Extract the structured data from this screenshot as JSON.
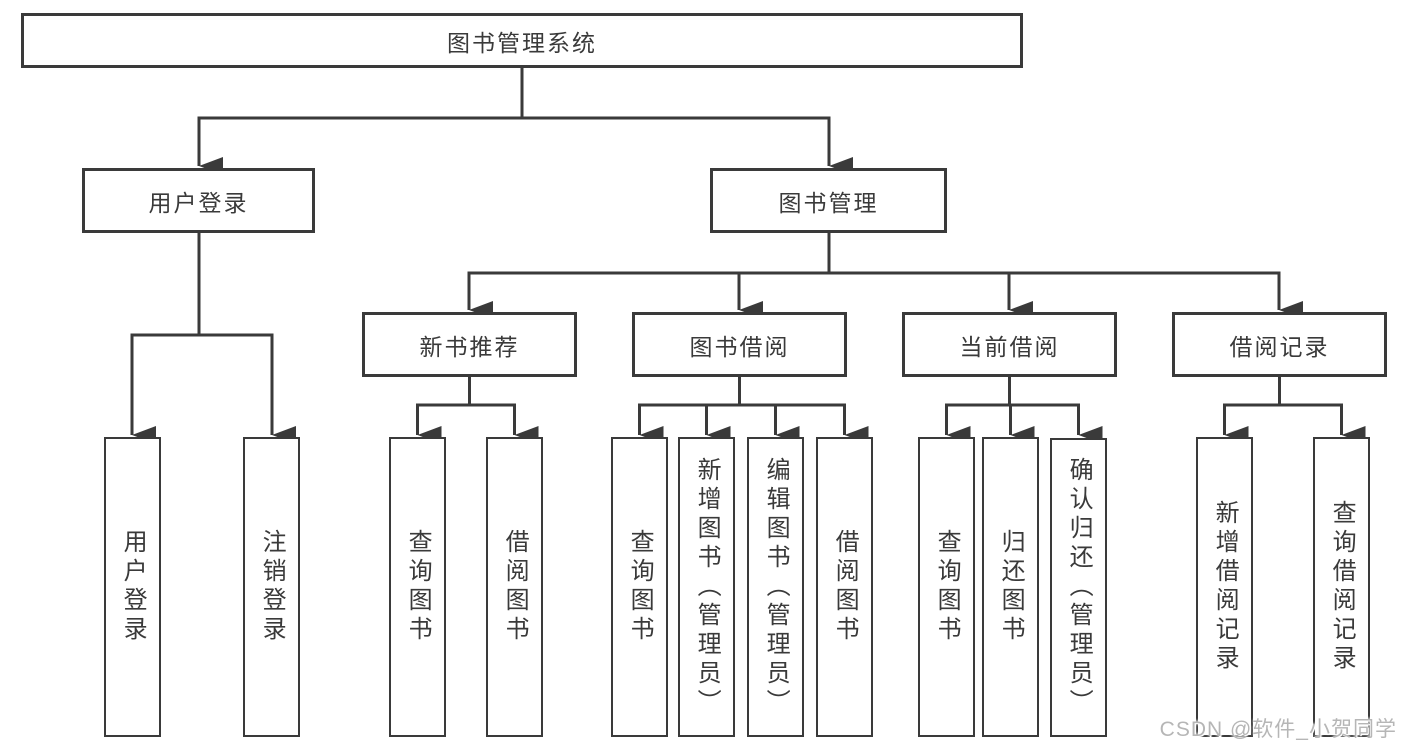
{
  "diagram": {
    "type": "hierarchy-tree",
    "watermark": "CSDN @软件_小贺同学",
    "colors": {
      "line": "#3a3a3a",
      "text": "#3a3a3a",
      "box_bg": "#ffffff",
      "watermark": "#b6b6b6"
    },
    "nodes": {
      "root": {
        "label": "图书管理系统"
      },
      "user_login": {
        "label": "用户登录"
      },
      "book_mgmt": {
        "label": "图书管理"
      },
      "new_book_rec": {
        "label": "新书推荐"
      },
      "book_borrow": {
        "label": "图书借阅"
      },
      "current_borrow": {
        "label": "当前借阅"
      },
      "borrow_record": {
        "label": "借阅记录"
      },
      "leaf_user_login": {
        "label": "用户登录"
      },
      "leaf_logout": {
        "label": "注销登录"
      },
      "leaf_query_book_1": {
        "label": "查询图书"
      },
      "leaf_borrow_book_1": {
        "label": "借阅图书"
      },
      "leaf_query_book_2": {
        "label": "查询图书"
      },
      "leaf_add_book": {
        "label": "新增图书（管理员）"
      },
      "leaf_edit_book": {
        "label": "编辑图书（管理员）"
      },
      "leaf_borrow_book_2": {
        "label": "借阅图书"
      },
      "leaf_query_book_3": {
        "label": "查询图书"
      },
      "leaf_return_book": {
        "label": "归还图书"
      },
      "leaf_confirm_return": {
        "label": "确认归还（管理员）"
      },
      "leaf_add_record": {
        "label": "新增借阅记录"
      },
      "leaf_query_record": {
        "label": "查询借阅记录"
      }
    },
    "tree": {
      "图书管理系统": {
        "用户登录": [
          "用户登录",
          "注销登录"
        ],
        "图书管理": {
          "新书推荐": [
            "查询图书",
            "借阅图书"
          ],
          "图书借阅": [
            "查询图书",
            "新增图书（管理员）",
            "编辑图书（管理员）",
            "借阅图书"
          ],
          "当前借阅": [
            "查询图书",
            "归还图书",
            "确认归还（管理员）"
          ],
          "借阅记录": [
            "新增借阅记录",
            "查询借阅记录"
          ]
        }
      }
    }
  }
}
